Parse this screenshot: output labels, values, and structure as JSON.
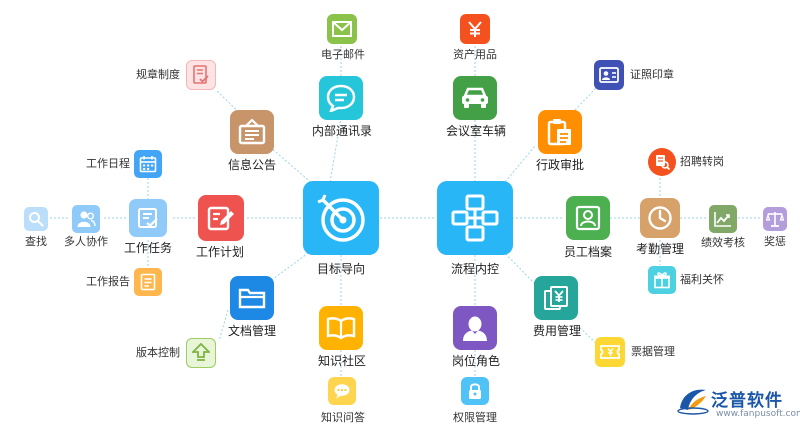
{
  "hubs": {
    "target": {
      "label": "目标导向",
      "icon": "target-icon",
      "color": "#29b6f6"
    },
    "process": {
      "label": "流程内控",
      "icon": "flowchart-icon",
      "color": "#29b6f6"
    }
  },
  "modules": {
    "email": {
      "label": "电子邮件",
      "icon": "envelope-icon",
      "color": "#8bc34a"
    },
    "internal_chat": {
      "label": "内部通讯录",
      "icon": "chat-bubble-icon",
      "color": "#26c6da"
    },
    "assets": {
      "label": "资产用品",
      "icon": "yen-icon",
      "color": "#f4511e"
    },
    "meeting_car": {
      "label": "会议室车辆",
      "icon": "car-icon",
      "color": "#43a047"
    },
    "certificate": {
      "label": "证照印章",
      "icon": "id-card-icon",
      "color": "#3f51b5"
    },
    "admin_approval": {
      "label": "行政审批",
      "icon": "clipboard-icon",
      "color": "#ff8f00"
    },
    "rules": {
      "label": "规章制度",
      "icon": "document-check-icon",
      "color": "#ef9a9a"
    },
    "notice": {
      "label": "信息公告",
      "icon": "bulletin-board-icon",
      "color": "#c8956b"
    },
    "work_calendar": {
      "label": "工作日程",
      "icon": "calendar-icon",
      "color": "#42a5f5"
    },
    "search": {
      "label": "查找",
      "icon": "magnifier-icon",
      "color": "#90caf9"
    },
    "collaboration": {
      "label": "多人协作",
      "icon": "people-icon",
      "color": "#90caf9"
    },
    "task": {
      "label": "工作任务",
      "icon": "task-list-icon",
      "color": "#90caf9"
    },
    "plan": {
      "label": "工作计划",
      "icon": "edit-note-icon",
      "color": "#ef5350"
    },
    "report": {
      "label": "工作报告",
      "icon": "report-doc-icon",
      "color": "#ffb74d"
    },
    "docs": {
      "label": "文档管理",
      "icon": "folder-icon",
      "color": "#1e88e5"
    },
    "version": {
      "label": "版本控制",
      "icon": "upload-arrow-icon",
      "color": "#9ccc65"
    },
    "knowledge": {
      "label": "知识社区",
      "icon": "open-book-icon",
      "color": "#ffb300"
    },
    "qa": {
      "label": "知识问答",
      "icon": "speech-bubble-icon",
      "color": "#ffd54f"
    },
    "role": {
      "label": "岗位角色",
      "icon": "person-icon",
      "color": "#7e57c2"
    },
    "permission": {
      "label": "权限管理",
      "icon": "lock-icon",
      "color": "#4fc3f7"
    },
    "cost": {
      "label": "费用管理",
      "icon": "receipt-stack-icon",
      "color": "#26a69a"
    },
    "bills": {
      "label": "票据管理",
      "icon": "ticket-icon",
      "color": "#fdd835"
    },
    "staff": {
      "label": "员工档案",
      "icon": "employee-card-icon",
      "color": "#4caf50"
    },
    "recruit": {
      "label": "招聘转岗",
      "icon": "recruit-search-icon",
      "color": "#f4511e"
    },
    "attendance": {
      "label": "考勤管理",
      "icon": "clock-icon",
      "color": "#d7a26a"
    },
    "performance": {
      "label": "绩效考核",
      "icon": "trend-chart-icon",
      "color": "#81a867"
    },
    "reward": {
      "label": "奖惩",
      "icon": "scale-icon",
      "color": "#b39ddb"
    },
    "welfare": {
      "label": "福利关怀",
      "icon": "gift-icon",
      "color": "#4dd0e1"
    }
  },
  "brand": {
    "name": "泛普软件",
    "url": "www.fanpusoft.com",
    "color": "#1a57a8"
  },
  "connector_color": "#9ed3ee"
}
